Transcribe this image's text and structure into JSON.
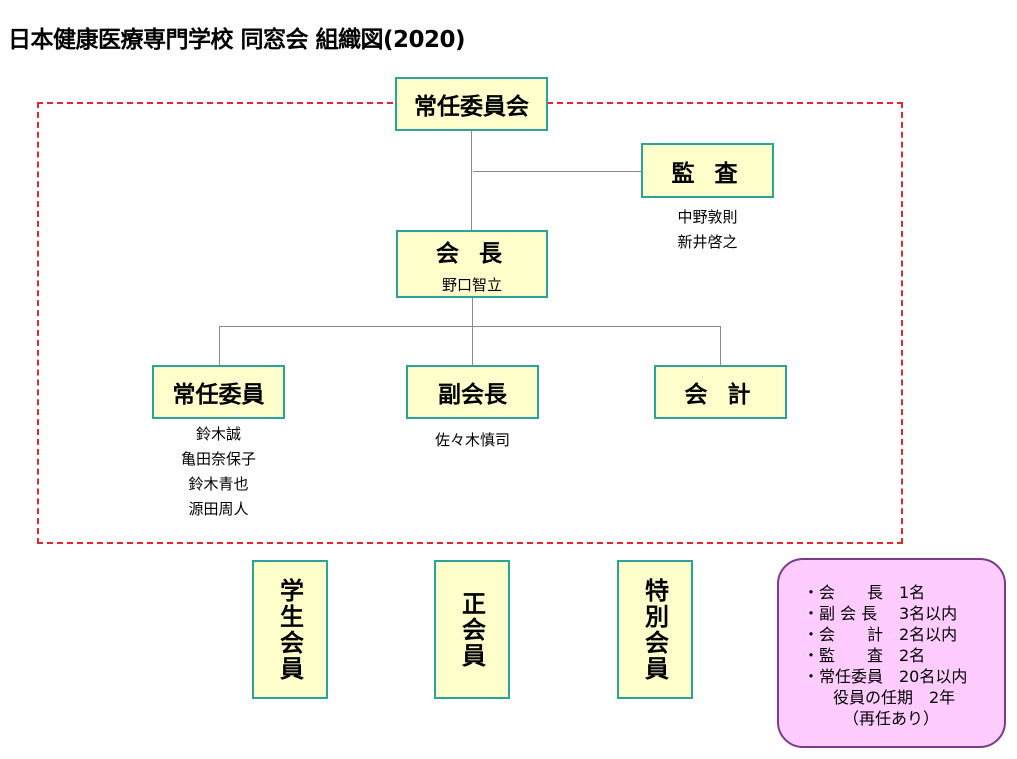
{
  "title": "日本健康医療専門学校 同窓会 組織図(2020)",
  "boxes": {
    "standing_committee": {
      "label": "常任委員会"
    },
    "auditor": {
      "label": "監 査",
      "names": [
        "中野敦則",
        "新井啓之"
      ]
    },
    "president": {
      "label": "会 長",
      "name": "野口智立"
    },
    "standing_member": {
      "label": "常任委員",
      "names": [
        "鈴木誠",
        "亀田奈保子",
        "鈴木青也",
        "源田周人"
      ]
    },
    "vice_president": {
      "label": "副会長",
      "names": [
        "佐々木慎司"
      ]
    },
    "accountant": {
      "label": "会 計"
    },
    "student_member": {
      "label": "学生会員"
    },
    "regular_member": {
      "label": "正会員"
    },
    "special_member": {
      "label": "特別会員"
    }
  },
  "note": {
    "rows": [
      {
        "role": "・会　　長",
        "count": "1名"
      },
      {
        "role": "・副 会 長",
        "count": "3名以内"
      },
      {
        "role": "・会　　計",
        "count": "2名以内"
      },
      {
        "role": "・監　　査",
        "count": "2名"
      },
      {
        "role": "・常任委員",
        "count": "20名以内"
      }
    ],
    "term": "役員の任期　2年",
    "reappoint": "（再任あり）"
  },
  "colors": {
    "box_fill": "#ffffcc",
    "box_border": "#2aa39a",
    "dash": "#e0282e",
    "note_fill": "#ffccff",
    "note_border": "#7a3b8a"
  }
}
